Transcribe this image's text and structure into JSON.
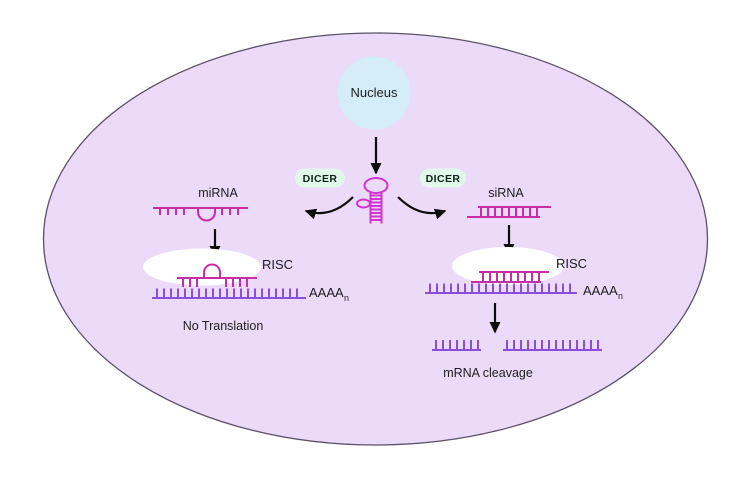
{
  "colors": {
    "cell_fill": "#ecdbf8",
    "cell_border": "#5a5168",
    "nucleus_fill": "#d5edf8",
    "dicer_bg": "#e1f8eb",
    "dicer_text": "#0e211a",
    "mirna_color": "#c92da6",
    "hairpin_color": "#cf35cf",
    "mrna_color": "#8a4fd8",
    "arrow_color": "#0c0c0c",
    "risc_fill": "#ffffff",
    "text_color": "#1d1d1f"
  },
  "nucleus": {
    "label": "Nucleus"
  },
  "dicer": {
    "left_label": "DICER",
    "right_label": "DICER"
  },
  "left_pathway": {
    "rna_label": "miRNA",
    "risc_label": "RISC",
    "polya": "AAAA",
    "polya_sub": "n",
    "outcome": "No Translation"
  },
  "right_pathway": {
    "rna_label": "siRNA",
    "risc_label": "RISC",
    "polya": "AAAA",
    "polya_sub": "n",
    "outcome": "mRNA cleavage"
  }
}
